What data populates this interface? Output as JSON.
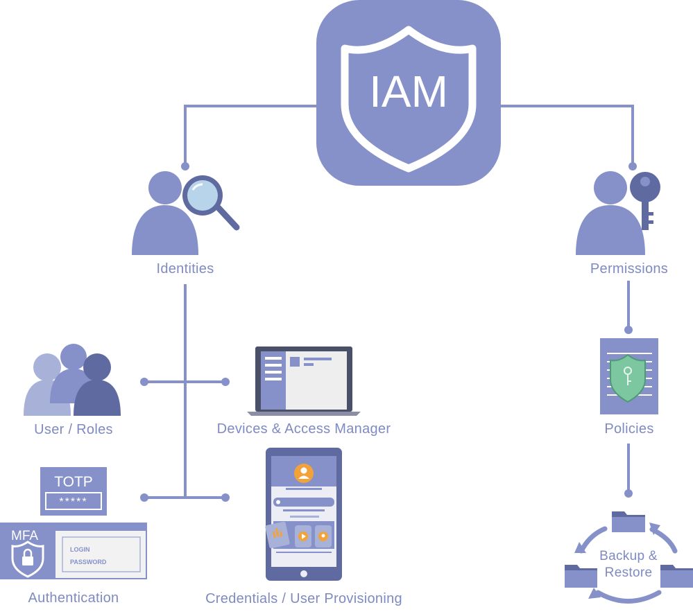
{
  "hub": {
    "title": "IAM"
  },
  "nodes": {
    "identities": "Identities",
    "permissions": "Permissions",
    "user_roles": "User / Roles",
    "devices": "Devices & Access Manager",
    "policies": "Policies",
    "backup_line1": "Backup &",
    "backup_line2": "Restore",
    "authentication": "Authentication",
    "credentials": "Credentials / User Provisioning"
  },
  "auth_card": {
    "totp_label": "TOTP",
    "totp_code": "*****",
    "mfa_label": "MFA",
    "login_label": "LOGIN",
    "password_label": "PASSWORD"
  },
  "colors": {
    "primary": "#8591c8",
    "dark": "#5e6aa0",
    "light": "#a8b1d8",
    "green": "#7cc7a0",
    "orange": "#f3a23a"
  }
}
